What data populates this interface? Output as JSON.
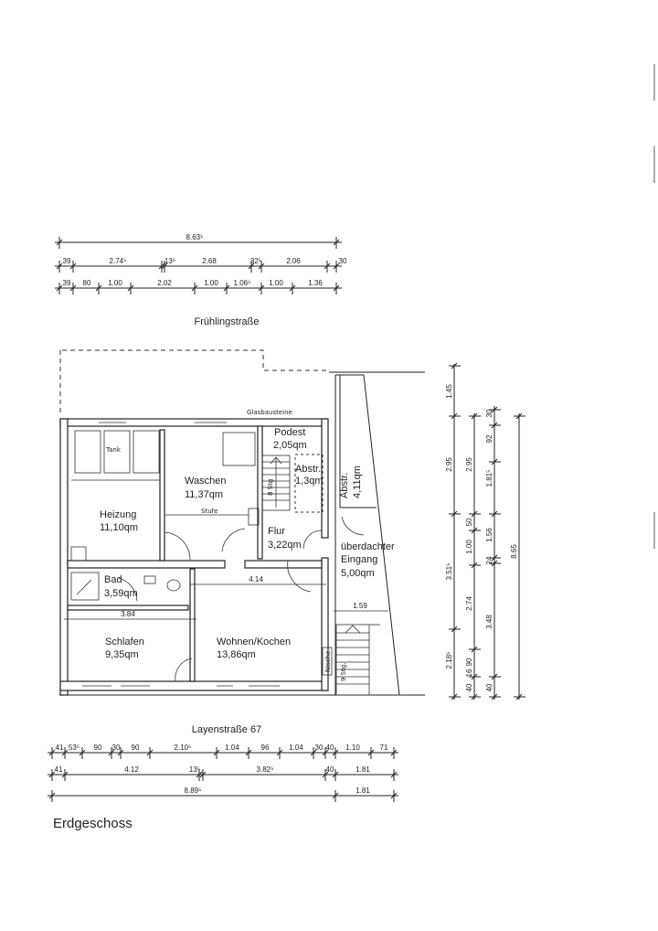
{
  "title": "Erdgeschoss",
  "streets": {
    "north": "Frühlingstraße",
    "south": "Layenstraße 67"
  },
  "annotations": {
    "glass": "Glasbausteine",
    "tank": "Tank",
    "step": "Stufe",
    "stairs_inner": "8 Stg",
    "stairs_outer": "9 Stg.",
    "niche": "Nische"
  },
  "rooms": [
    {
      "name": "Heizung",
      "area": "11,10qm"
    },
    {
      "name": "Waschen",
      "area": "11,37qm"
    },
    {
      "name": "Podest",
      "area": "2,05qm"
    },
    {
      "name": "Abstr.",
      "area": "1,3qm"
    },
    {
      "name": "Flur",
      "area": "3,22qm"
    },
    {
      "name": "Abstr.",
      "area": "4,11qm"
    },
    {
      "name": "überdachter Eingang",
      "name2": "Eingang",
      "name1": "überdachter",
      "area": "5,00qm"
    },
    {
      "name": "Bad",
      "area": "3,59qm"
    },
    {
      "name": "Schlafen",
      "area": "9,35qm"
    },
    {
      "name": "Wohnen/Kochen",
      "area": "13,86qm"
    }
  ],
  "inner_dims": {
    "wohnen_width": "4.14",
    "schlafen_width": "3.84",
    "entrance_width": "1.59"
  },
  "top_dims": {
    "row1": [
      "8.63⁵"
    ],
    "row2": [
      "39",
      "2.74⁵",
      "13⁵",
      "2.68",
      "32⁵",
      "2.06",
      "30"
    ],
    "row3": [
      "39",
      "80",
      "1.00",
      "2.02",
      "1.00",
      "1.06⁵",
      "1.00",
      "1.36"
    ]
  },
  "bottom_dims": {
    "row1": [
      "41",
      "53⁵",
      "90",
      "30",
      "90",
      "2.10⁵",
      "1.04",
      "96",
      "1.04",
      "30",
      "40",
      "1.10",
      "71"
    ],
    "row2": [
      "41",
      "4.12",
      "13⁵",
      "3.82⁵",
      "40",
      "1.81"
    ],
    "row3": [
      "8.89⁵",
      "1.81"
    ]
  },
  "right_dims": {
    "col1": [
      "1.45",
      "2.95",
      "3.51⁵",
      "2.18⁵"
    ],
    "col2": [
      "2.95",
      "50",
      "1.00",
      "2.74",
      "16",
      "90",
      "40"
    ],
    "col3": [
      "30",
      "92",
      "1.81⁵",
      "1.56",
      "24",
      "3.48",
      "40"
    ],
    "col4": [
      "8.65"
    ]
  }
}
